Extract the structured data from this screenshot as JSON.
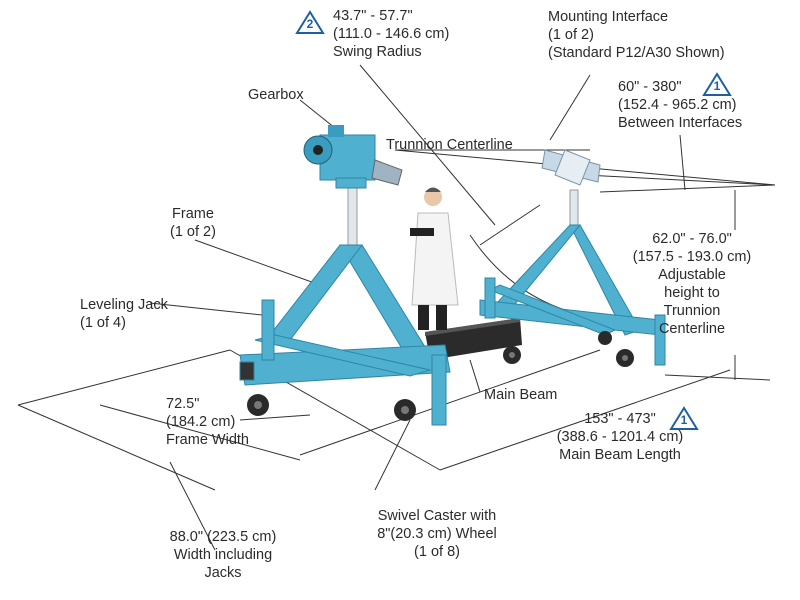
{
  "labels": {
    "swing_radius": [
      "43.7\" - 57.7\"",
      "(111.0 - 146.6 cm)",
      "Swing Radius"
    ],
    "mounting_interface": [
      "Mounting Interface",
      "(1 of 2)",
      "(Standard P12/A30 Shown)"
    ],
    "between_interfaces": [
      "60\" - 380\"",
      "(152.4 - 965.2 cm)",
      "Between Interfaces"
    ],
    "gearbox": [
      "Gearbox"
    ],
    "trunnion_centerline": [
      "Trunnion Centerline"
    ],
    "frame": [
      "Frame",
      "(1 of 2)"
    ],
    "adjustable_height": [
      "62.0\" - 76.0\"",
      "(157.5 - 193.0 cm)",
      "Adjustable",
      "height to",
      "Trunnion",
      "Centerline"
    ],
    "leveling_jack": [
      "Leveling Jack",
      "(1 of 4)"
    ],
    "main_beam": [
      "Main Beam"
    ],
    "frame_width": [
      "72.5\"",
      "(184.2 cm)",
      "Frame Width"
    ],
    "main_beam_length": [
      "153\" - 473\"",
      "(388.6 - 1201.4 cm)",
      "Main Beam Length"
    ],
    "swivel_caster": [
      "Swivel Caster with",
      "8\"(20.3 cm) Wheel",
      "(1 of 8)"
    ],
    "width_jacks": [
      "88.0\" (223.5 cm)",
      "Width including",
      "Jacks"
    ]
  },
  "badges": {
    "swing_radius": "2",
    "between_interfaces": "1",
    "main_beam_length": "1"
  },
  "colors": {
    "frame": "#4fb0cf",
    "frame_dark": "#2f86a6",
    "beam": "#2b2b2b",
    "line": "#333333",
    "badge": "#1f5fa0"
  },
  "icons": [
    "note-triangle-icon",
    "gearbox-icon",
    "mounting-interface-icon",
    "caster-wheel-icon",
    "person-figure"
  ]
}
